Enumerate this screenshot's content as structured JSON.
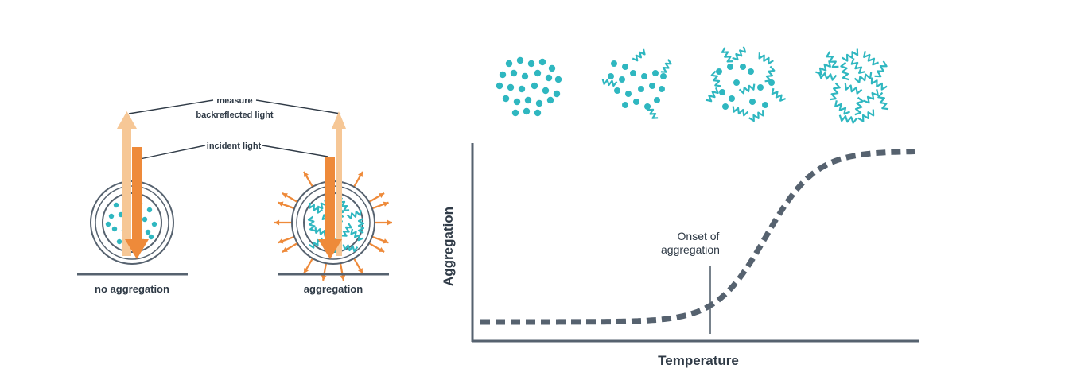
{
  "left_panel": {
    "measure_label_line1": "measure",
    "measure_label_line2": "backreflected light",
    "incident_label": "incident light",
    "no_aggregation_label": "no aggregation",
    "aggregation_label": "aggregation"
  },
  "right_panel": {
    "x_axis_label": "Temperature",
    "y_axis_label": "Aggregation",
    "onset_label_line1": "Onset of",
    "onset_label_line2": "aggregation"
  },
  "colors": {
    "teal": "#2fb7c0",
    "orange": "#ee8a3a",
    "light_orange": "#f6c796",
    "dark": "#56626f",
    "text": "#2f3a46"
  },
  "chart_data": {
    "type": "line",
    "title": "",
    "xlabel": "Temperature",
    "ylabel": "Aggregation",
    "style": "dashed sigmoid, no numeric ticks",
    "annotations": [
      "Onset of aggregation"
    ],
    "grid": false
  }
}
